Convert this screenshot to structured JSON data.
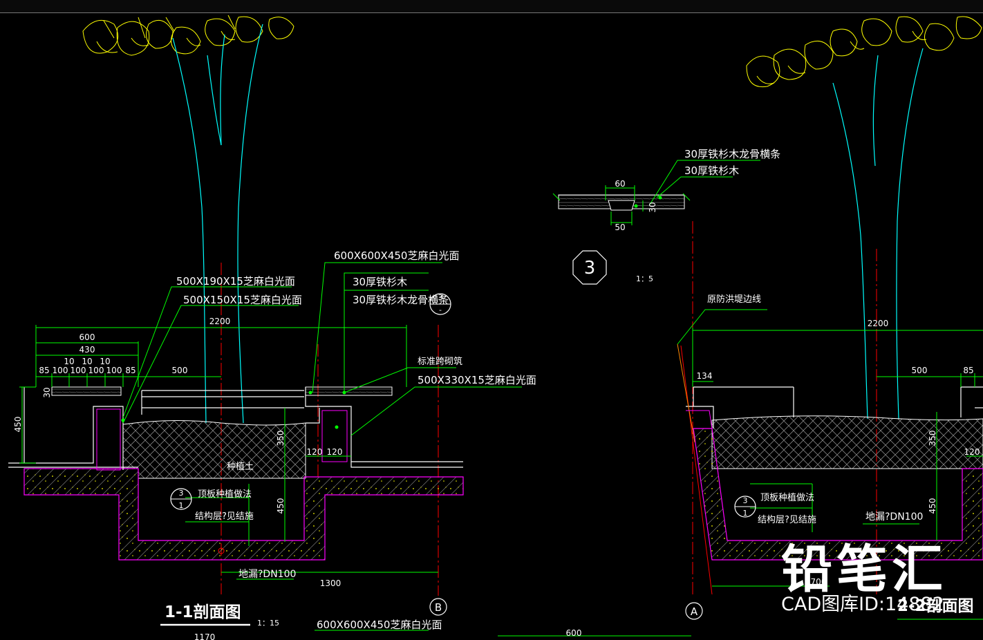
{
  "left_section": {
    "title": "1-1剖面图",
    "scale": "1：15",
    "callouts": {
      "stone_190": "500X190X15芝麻白光面",
      "stone_150": "500X150X15芝麻白光面",
      "stone_600": "600X600X450芝麻白光面",
      "fir_wood": "30厚铁杉木",
      "fir_keel": "30厚铁杉木龙骨横条",
      "cobble": "标准跨砌筑",
      "stone_330": "500X330X15芝麻白光面",
      "soil": "种植土",
      "roof_planting": "顶板种植做法",
      "structure": "结构层?见结施",
      "drain": "地漏?DN100",
      "bottom_stone": "600X600X450芝麻白光面"
    },
    "dims": {
      "d2200": "2200",
      "d600": "600",
      "d430": "430",
      "d10a": "10",
      "d10b": "10",
      "d10c": "10",
      "d85a": "85",
      "d100a": "100",
      "d100b": "100",
      "d100c": "100",
      "d100d": "100",
      "d85b": "85",
      "d500": "500",
      "d30": "30",
      "d450a": "450",
      "d350": "350",
      "d450b": "450",
      "d120a": "120",
      "d120b": "120",
      "d1300": "1300",
      "d1170": "1170"
    },
    "bubble": {
      "top": "3",
      "bottom": "1"
    },
    "detail_ref": {
      "top": "3",
      "bottom": "-"
    },
    "axis": "B"
  },
  "detail": {
    "number": "3",
    "scale": "1：5",
    "labels": {
      "keel": "30厚铁杉木龙骨横条",
      "wood": "30厚铁杉木"
    },
    "dims": {
      "d60": "60",
      "d50": "50",
      "d30": "30"
    }
  },
  "right_section": {
    "title": "2-2剖面图",
    "callouts": {
      "flood_line": "原防洪堤边线",
      "roof_planting": "顶板种植做法",
      "structure": "结构层?见结施",
      "drain": "地漏?DN100"
    },
    "dims": {
      "d2200": "2200",
      "d500": "500",
      "d85": "85",
      "d134": "134",
      "d350": "350",
      "d120": "120",
      "d450": "450",
      "d700": "700",
      "d600": "600"
    },
    "bubble": {
      "top": "3",
      "bottom": "1"
    },
    "axis": "A"
  },
  "watermark": {
    "logo": "铅笔汇",
    "id": "CAD图库ID:14882"
  },
  "colors": {
    "background": "#000000",
    "dimension": "#00ff00",
    "axis": "#ff0000",
    "structure": "#ff00ff",
    "tree": "#00ffff",
    "canopy": "#ffff00",
    "outline": "#ffffff",
    "annotation": "#ffffff"
  }
}
